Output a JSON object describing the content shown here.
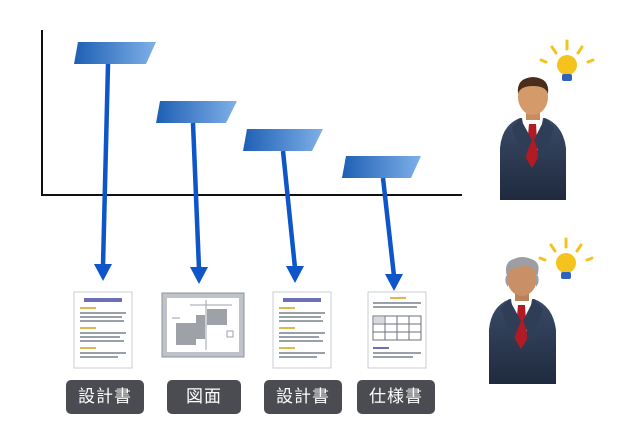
{
  "documents": [
    {
      "kind": "spec-document",
      "label": "設計書"
    },
    {
      "kind": "drawing",
      "label": "図面"
    },
    {
      "kind": "spec-document",
      "label": "設計書"
    },
    {
      "kind": "table-document",
      "label": "仕様書"
    }
  ],
  "persons": [
    {
      "kind": "young-businessman",
      "icon": "lightbulb-icon"
    },
    {
      "kind": "senior-businessman",
      "icon": "lightbulb-icon"
    }
  ],
  "colors": {
    "banner_dark": "#1e5fb4",
    "banner_light": "#7fb0e8",
    "arrow": "#0d55c8",
    "label_bg": "#4a4c52",
    "suit": "#2a3850",
    "tie": "#b31b24",
    "bulb": "#f5c31d"
  }
}
